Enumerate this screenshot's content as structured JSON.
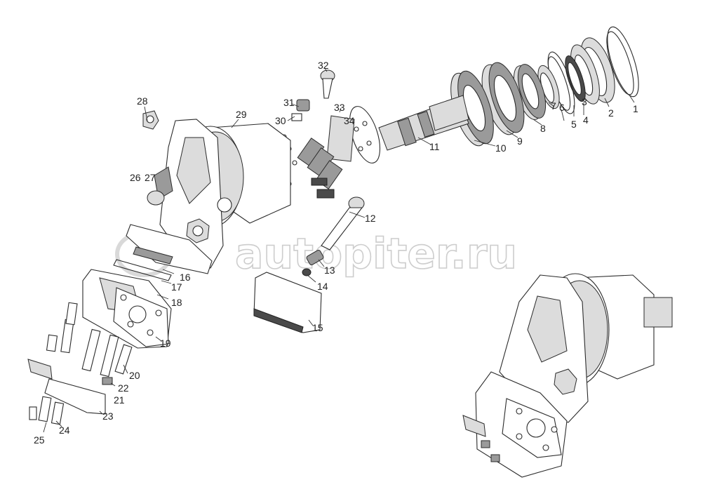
{
  "watermark": {
    "text": "autopiter.ru"
  },
  "labels": {
    "p1": "1",
    "p2": "2",
    "p3": "3",
    "p4": "4",
    "p5": "5",
    "p6": "6",
    "p7": "7",
    "p8": "8",
    "p9": "9",
    "p10": "10",
    "p11": "11",
    "p12": "12",
    "p13": "13",
    "p14": "14",
    "p15": "15",
    "p16": "16",
    "p17": "17",
    "p18": "18",
    "p19": "19",
    "p20": "20",
    "p21": "21",
    "p22": "22",
    "p23": "23",
    "p24": "24",
    "p25": "25",
    "p26": "26",
    "p27": "27",
    "p28": "28",
    "p29": "29",
    "p30": "30",
    "p31": "31",
    "p32": "32",
    "p33": "33",
    "p34": "34"
  }
}
